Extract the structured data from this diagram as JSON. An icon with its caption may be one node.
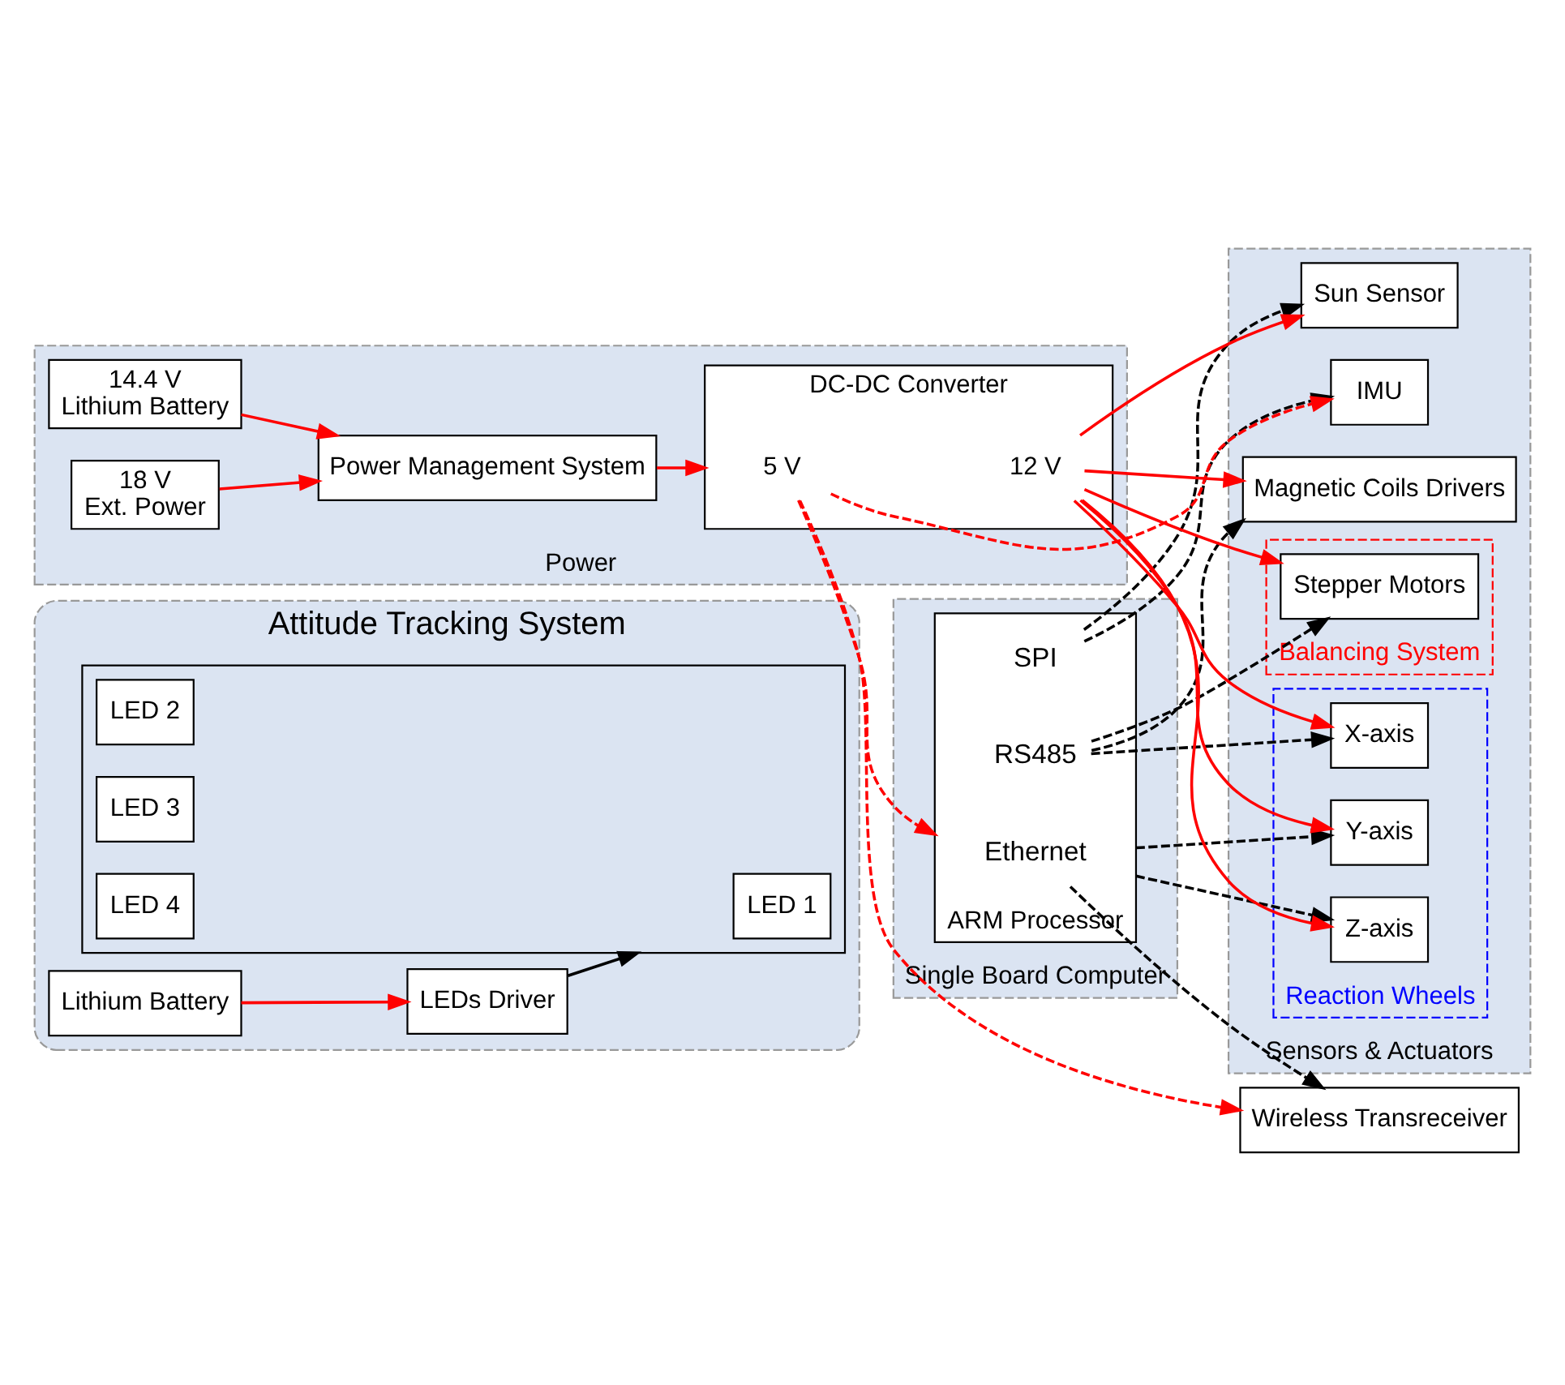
{
  "diagram": {
    "nodes": [
      {
        "text": [
          "Attitude Tracking System"
        ]
      },
      {
        "text": [
          "Lithium Battery"
        ],
        "in": 0
      },
      {
        "text": [
          "LEDs Driver"
        ],
        "in": 0
      },
      {
        "text": [],
        "shape": "box",
        "in": 0
      },
      {
        "text": [
          "LED 1"
        ],
        "in": 3
      },
      {
        "text": [
          "LED 2"
        ],
        "in": 3
      },
      {
        "text": [
          "LED 3"
        ],
        "in": 3
      },
      {
        "text": [
          "LED 4"
        ],
        "in": 3
      },
      {
        "text": [
          "Single Board Computer"
        ]
      },
      {
        "text": [
          "ARM Processor"
        ],
        "in": 8
      },
      {
        "text": [
          "Ethernet"
        ],
        "in": 9
      },
      {
        "text": [
          "RS485"
        ],
        "in": 9
      },
      {
        "text": [
          "SPI"
        ],
        "in": 9
      },
      {
        "text": [
          "Wireless Transreceiver"
        ]
      },
      {
        "text": [
          "Sensors & Actuators"
        ]
      },
      {
        "text": [
          "Magnetic Coils Drivers"
        ],
        "in": 14
      },
      {
        "text": [
          "Balancing System"
        ],
        "in": 14
      },
      {
        "text": [
          "Stepper Motors"
        ],
        "in": 16
      },
      {
        "text": [
          "Reaction Wheels"
        ],
        "in": 14
      },
      {
        "text": [
          "X-axis"
        ],
        "in": 18
      },
      {
        "text": [
          "Y-axis"
        ],
        "in": 18
      },
      {
        "text": [
          "Z-axis"
        ],
        "in": 18
      },
      {
        "text": [
          "IMU"
        ],
        "in": 14
      },
      {
        "text": [
          "Sun Sensor"
        ],
        "in": 14
      },
      {
        "text": [
          "Power"
        ]
      },
      {
        "text": [
          "DC-DC Converter"
        ],
        "in": 24
      },
      {
        "text": [
          "5 V"
        ],
        "in": 25
      },
      {
        "text": [
          "12 V"
        ],
        "in": 25
      },
      {
        "text": [
          "Power Management System"
        ],
        "in": 24
      },
      {
        "text": [
          "14.4 V",
          "Lithium Battery"
        ],
        "in": 24
      },
      {
        "text": [
          "18 V",
          "Ext. Power"
        ],
        "in": 24
      }
    ],
    "edges": [
      {
        "from": 1,
        "to": 2,
        "arrow": "to",
        "color": "#ff0000"
      },
      {
        "from": 2,
        "to": 3,
        "arrow": "to",
        "color": "#000000"
      },
      {
        "from": 26,
        "to": 9,
        "arrow": "to",
        "style": "dashed",
        "color": "#ff0000"
      },
      {
        "from": 26,
        "to": 13,
        "arrow": "to",
        "style": "dashed",
        "color": "#ff0000"
      },
      {
        "from": 10,
        "to": 13,
        "arrow": "to",
        "style": "dashed",
        "color": "#000000"
      },
      {
        "from": 11,
        "to": 15,
        "arrow": "to",
        "style": "dashed",
        "color": "#000000"
      },
      {
        "from": 11,
        "to": 17,
        "arrow": "to",
        "style": "dashed",
        "color": "#000000"
      },
      {
        "from": 11,
        "to": 19,
        "arrow": "to",
        "style": "dashed",
        "color": "#000000"
      },
      {
        "from": 9,
        "to": 20,
        "arrow": "to",
        "style": "dashed",
        "color": "#000000"
      },
      {
        "from": 9,
        "to": 21,
        "arrow": "to",
        "style": "dashed",
        "color": "#000000"
      },
      {
        "from": 12,
        "to": 22,
        "arrow": "to",
        "style": "dashed",
        "color": "#000000"
      },
      {
        "from": 12,
        "to": 23,
        "arrow": "to",
        "style": "dashed",
        "color": "#000000"
      },
      {
        "from": 27,
        "to": 15,
        "arrow": "to",
        "color": "#ff0000"
      },
      {
        "from": 27,
        "to": 17,
        "arrow": "to",
        "color": "#ff0000"
      },
      {
        "from": 27,
        "to": 19,
        "arrow": "to",
        "color": "#ff0000"
      },
      {
        "from": 27,
        "to": 20,
        "arrow": "to",
        "color": "#ff0000"
      },
      {
        "from": 27,
        "to": 21,
        "arrow": "to",
        "color": "#ff0000"
      },
      {
        "from": 27,
        "to": 23,
        "arrow": "to",
        "color": "#ff0000"
      },
      {
        "from": 26,
        "to": 22,
        "arrow": "to",
        "style": "dashed",
        "color": "#ff0000"
      },
      {
        "from": 28,
        "to": 25,
        "arrow": "to",
        "color": "#ff0000"
      },
      {
        "from": 29,
        "to": 28,
        "arrow": "to",
        "color": "#ff0000"
      },
      {
        "from": 30,
        "to": 28,
        "arrow": "to",
        "color": "#ff0000"
      }
    ]
  }
}
